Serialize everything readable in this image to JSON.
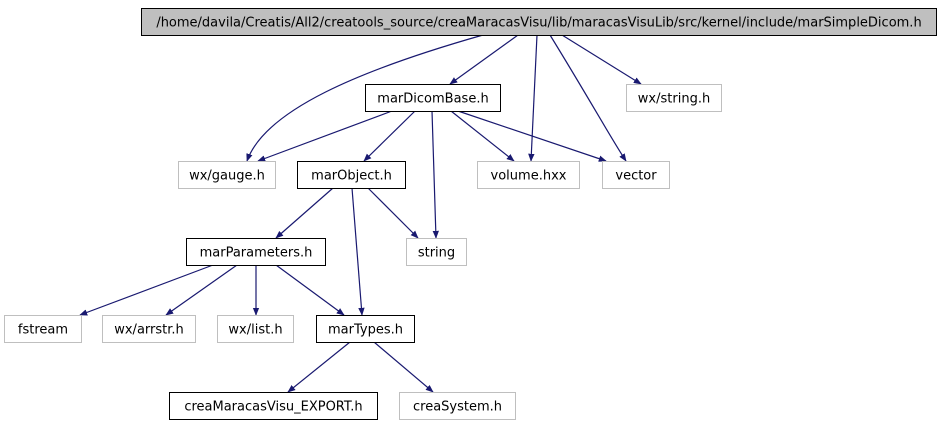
{
  "nodes": [
    {
      "id": "root",
      "label": "/home/davila/Creatis/All2/creatools_source/creaMaracasVisu/lib/maracasVisuLib/src/kernel/include/marSimpleDicom.h",
      "kind": "root"
    },
    {
      "id": "marDicomBase",
      "label": "marDicomBase.h",
      "kind": "documented"
    },
    {
      "id": "wxstring",
      "label": "wx/string.h",
      "kind": "external"
    },
    {
      "id": "wxgauge",
      "label": "wx/gauge.h",
      "kind": "external"
    },
    {
      "id": "marObject",
      "label": "marObject.h",
      "kind": "documented"
    },
    {
      "id": "volume",
      "label": "volume.hxx",
      "kind": "external"
    },
    {
      "id": "vector",
      "label": "vector",
      "kind": "external"
    },
    {
      "id": "string",
      "label": "string",
      "kind": "external"
    },
    {
      "id": "marParameters",
      "label": "marParameters.h",
      "kind": "documented"
    },
    {
      "id": "fstream",
      "label": "fstream",
      "kind": "external"
    },
    {
      "id": "wxarrstr",
      "label": "wx/arrstr.h",
      "kind": "external"
    },
    {
      "id": "wxlist",
      "label": "wx/list.h",
      "kind": "external"
    },
    {
      "id": "marTypes",
      "label": "marTypes.h",
      "kind": "documented"
    },
    {
      "id": "creaExport",
      "label": "creaMaracasVisu_EXPORT.h",
      "kind": "documented"
    },
    {
      "id": "creaSystem",
      "label": "creaSystem.h",
      "kind": "external"
    }
  ],
  "edges": [
    [
      "root",
      "marDicomBase"
    ],
    [
      "root",
      "wxstring"
    ],
    [
      "root",
      "wxgauge"
    ],
    [
      "root",
      "volume"
    ],
    [
      "root",
      "vector"
    ],
    [
      "marDicomBase",
      "wxgauge"
    ],
    [
      "marDicomBase",
      "marObject"
    ],
    [
      "marDicomBase",
      "string"
    ],
    [
      "marDicomBase",
      "volume"
    ],
    [
      "marDicomBase",
      "vector"
    ],
    [
      "marObject",
      "marParameters"
    ],
    [
      "marObject",
      "string"
    ],
    [
      "marObject",
      "marTypes"
    ],
    [
      "marParameters",
      "fstream"
    ],
    [
      "marParameters",
      "wxarrstr"
    ],
    [
      "marParameters",
      "wxlist"
    ],
    [
      "marParameters",
      "marTypes"
    ],
    [
      "marTypes",
      "creaExport"
    ],
    [
      "marTypes",
      "creaSystem"
    ]
  ],
  "colors": {
    "edge": "#191970",
    "root_fill": "#bfbfbf",
    "documented_border": "#000000",
    "external_border": "#bfbfbf"
  }
}
